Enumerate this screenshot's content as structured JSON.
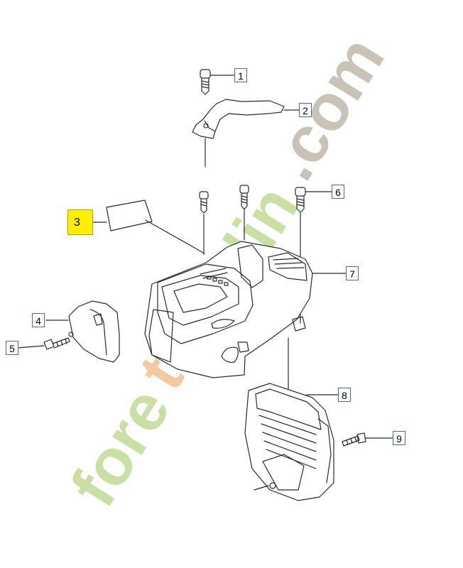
{
  "diagram": {
    "callouts": [
      {
        "id": "1",
        "label": "1"
      },
      {
        "id": "2",
        "label": "2"
      },
      {
        "id": "3",
        "label": "3"
      },
      {
        "id": "4",
        "label": "4"
      },
      {
        "id": "5",
        "label": "5"
      },
      {
        "id": "6",
        "label": "6"
      },
      {
        "id": "7",
        "label": "7"
      },
      {
        "id": "8",
        "label": "8"
      },
      {
        "id": "9",
        "label": "9"
      }
    ],
    "highlighted_callout": "3",
    "watermark": {
      "text": "foretjardin.com",
      "colors": {
        "fore": "#c9dfa3",
        "t": "#f3c9a0",
        "jardin": "#c9dfa3",
        "com": "#c9c2b7"
      }
    },
    "colors": {
      "line": "#2a2a2a",
      "callout_border": "#3d6fa8",
      "highlight": "#ffee00"
    }
  }
}
